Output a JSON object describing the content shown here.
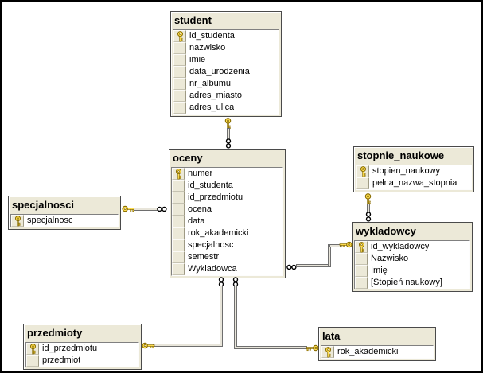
{
  "canvas": {
    "background": "#ffffff",
    "border_color": "#000000"
  },
  "colors": {
    "table_background": "#ece9d8",
    "field_area_background": "#ffffff",
    "key_gold": "#ffdf4f",
    "key_outline": "#8a6d00",
    "connector_fill": "#e8e5da",
    "connector_edge": "#6e6e6e",
    "text": "#000000"
  },
  "icons": {
    "primary_key": "key-icon",
    "relation_one_end": "key-icon",
    "relation_many_end": "infinity-icon"
  },
  "tables": {
    "student": {
      "title": "student",
      "fields": [
        {
          "name": "id_studenta",
          "pk": true
        },
        {
          "name": "nazwisko",
          "pk": false
        },
        {
          "name": "imie",
          "pk": false
        },
        {
          "name": "data_urodzenia",
          "pk": false
        },
        {
          "name": "nr_albumu",
          "pk": false
        },
        {
          "name": "adres_miasto",
          "pk": false
        },
        {
          "name": "adres_ulica",
          "pk": false
        }
      ]
    },
    "oceny": {
      "title": "oceny",
      "fields": [
        {
          "name": "numer",
          "pk": true
        },
        {
          "name": "id_studenta",
          "pk": false
        },
        {
          "name": "id_przedmiotu",
          "pk": false
        },
        {
          "name": "ocena",
          "pk": false
        },
        {
          "name": "data",
          "pk": false
        },
        {
          "name": "rok_akademicki",
          "pk": false
        },
        {
          "name": "specjalnosc",
          "pk": false
        },
        {
          "name": "semestr",
          "pk": false
        },
        {
          "name": "Wykladowca",
          "pk": false
        }
      ]
    },
    "stopnie_naukowe": {
      "title": "stopnie_naukowe",
      "fields": [
        {
          "name": "stopien_naukowy",
          "pk": true
        },
        {
          "name": "pełna_nazwa_stopnia",
          "pk": false
        }
      ]
    },
    "specjalnosci": {
      "title": "specjalnosci",
      "fields": [
        {
          "name": "specjalnosc",
          "pk": true
        }
      ]
    },
    "wykladowcy": {
      "title": "wykladowcy",
      "fields": [
        {
          "name": "id_wykladowcy",
          "pk": true
        },
        {
          "name": "Nazwisko",
          "pk": false
        },
        {
          "name": "Imię",
          "pk": false
        },
        {
          "name": "[Stopień naukowy]",
          "pk": false
        }
      ]
    },
    "przedmioty": {
      "title": "przedmioty",
      "fields": [
        {
          "name": "id_przedmiotu",
          "pk": true
        },
        {
          "name": "przedmiot",
          "pk": false
        }
      ]
    },
    "lata": {
      "title": "lata",
      "fields": [
        {
          "name": "rok_akademicki",
          "pk": true
        }
      ]
    }
  },
  "relations": [
    {
      "one_table": "student",
      "many_table": "oceny",
      "one_symbol": "key",
      "many_symbol": "infinity"
    },
    {
      "one_table": "specjalnosci",
      "many_table": "oceny",
      "one_symbol": "key",
      "many_symbol": "infinity"
    },
    {
      "one_table": "stopnie_naukowe",
      "many_table": "wykladowcy",
      "one_symbol": "key",
      "many_symbol": "infinity"
    },
    {
      "one_table": "wykladowcy",
      "many_table": "oceny",
      "one_symbol": "key",
      "many_symbol": "infinity"
    },
    {
      "one_table": "przedmioty",
      "many_table": "oceny",
      "one_symbol": "key",
      "many_symbol": "infinity"
    },
    {
      "one_table": "lata",
      "many_table": "oceny",
      "one_symbol": "key",
      "many_symbol": "infinity"
    }
  ]
}
